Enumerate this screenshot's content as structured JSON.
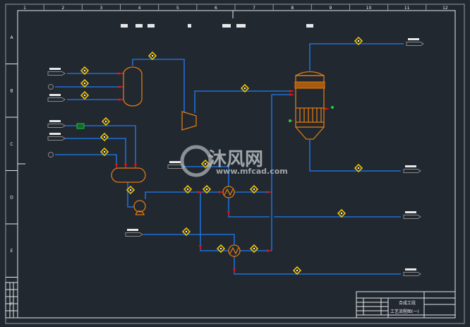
{
  "drawing": {
    "column_numbers": [
      "1",
      "2",
      "3",
      "4",
      "5",
      "6",
      "7",
      "8",
      "9",
      "10",
      "11",
      "12"
    ],
    "row_letters": [
      "A",
      "B",
      "C",
      "D",
      "E",
      "F"
    ]
  },
  "title_block": {
    "project": "合成工段",
    "drawing_title": "工艺流程图(一)"
  },
  "watermark": {
    "brand": "沐风网",
    "url": "www.mfcad.com"
  },
  "colors": {
    "background": "#212830",
    "pipe": "#1f6fd6",
    "equipment": "#e07a10",
    "stream_marker": "#f2c400",
    "flow_arrow": "#e01010",
    "valve": "#20a030"
  }
}
